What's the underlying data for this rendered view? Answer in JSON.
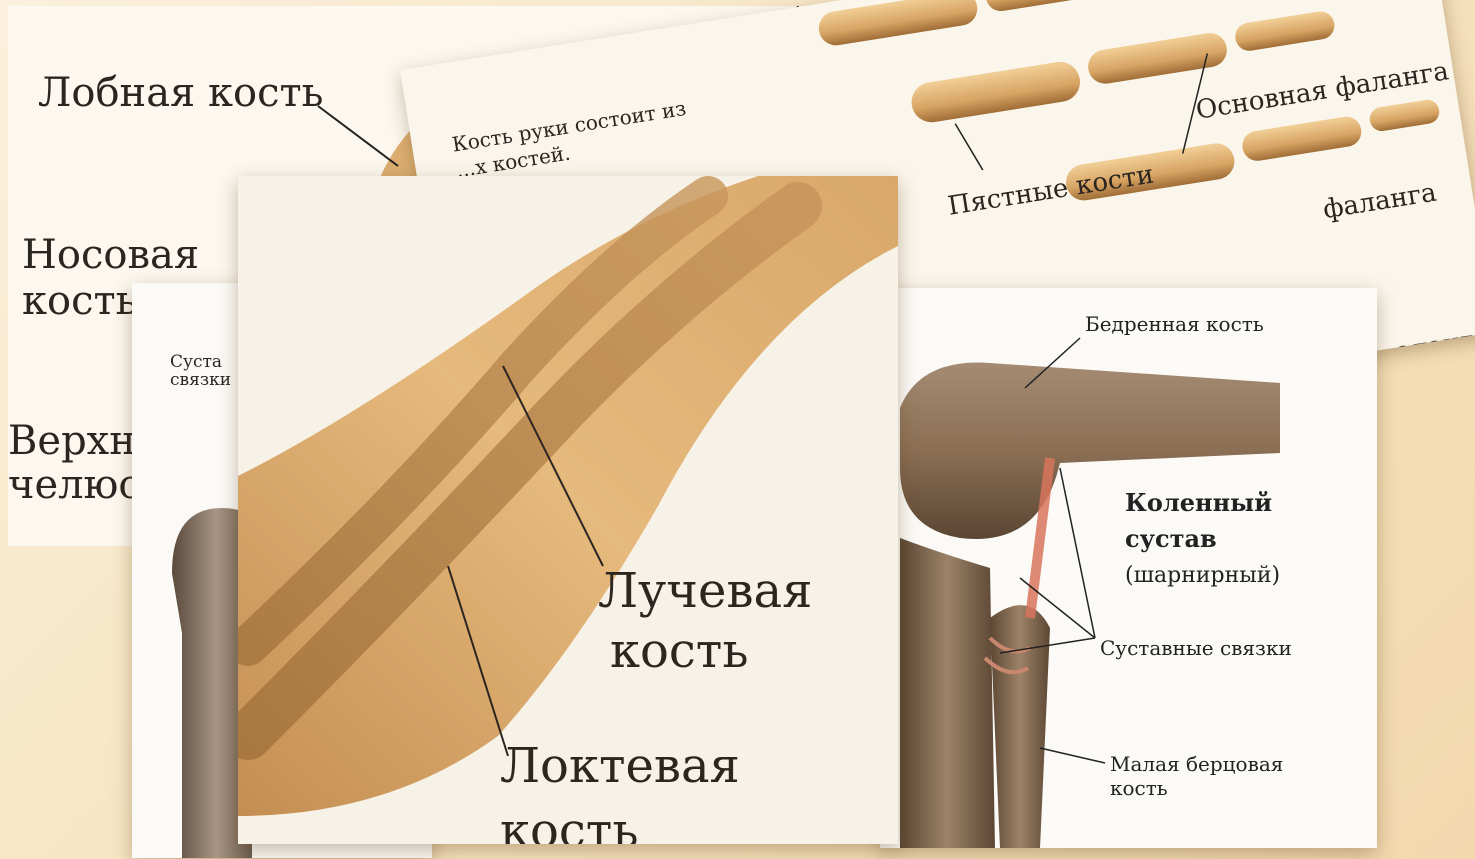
{
  "skull_card": {
    "frontal_bone": "Лобная кость",
    "nasal_bone_line1": "Носовая",
    "nasal_bone_line2": "кость",
    "upper_jaw_line1": "Верхн",
    "upper_jaw_line2": "челюс"
  },
  "hand_card": {
    "caption_line1": "Кость руки состоит из",
    "caption_line2": "...х костей.",
    "main_phalanx": "Основная фаланга",
    "metacarpal_bones": "Пястные кости",
    "phalanx_partial": "фаланга",
    "phalanx_partial2": "аланга"
  },
  "joint_card": {
    "label_line1": "Суста",
    "label_line2": "связки"
  },
  "knee_card": {
    "femur": "Бедренная кость",
    "title_line1": "Коленный",
    "title_line2": "сустав",
    "type": "(шарнирный)",
    "ligaments": "Суставные связки",
    "fibula_line1": "Малая берцовая",
    "fibula_line2": "кость"
  },
  "forearm_card": {
    "radius_line1": "Лучевая",
    "radius_line2": "кость",
    "ulna_line1": "Локтевая",
    "ulna_line2": "кость"
  },
  "colors": {
    "background": "#f6e2bd",
    "bone": "#d9a86a",
    "bone_dark": "#a4743e",
    "knee_bone": "#8b6f55",
    "ligament": "#d8745c"
  }
}
